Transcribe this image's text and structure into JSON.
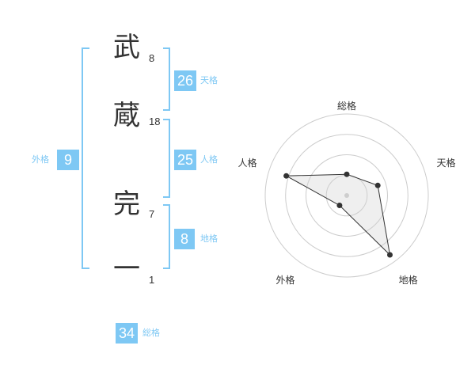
{
  "name": {
    "chars": [
      {
        "char": "武",
        "strokes": "8"
      },
      {
        "char": "蔵",
        "strokes": "18"
      },
      {
        "char": "完",
        "strokes": "7"
      },
      {
        "char": "一",
        "strokes": "1"
      }
    ]
  },
  "fortune": {
    "tenkaku": {
      "value": "26",
      "label": "天格"
    },
    "jinkaku": {
      "value": "25",
      "label": "人格"
    },
    "chikaku": {
      "value": "8",
      "label": "地格"
    },
    "gaikaku": {
      "value": "9",
      "label": "外格"
    },
    "soukaku": {
      "value": "34",
      "label": "総格"
    }
  },
  "colors": {
    "accent": "#7ec8f4",
    "text": "#333333",
    "grid": "#cccccc"
  },
  "chart_data": {
    "type": "radar",
    "axes": [
      "総格",
      "天格",
      "地格",
      "外格",
      "人格"
    ],
    "values": [
      0.26,
      0.4,
      0.9,
      0.15,
      0.78
    ],
    "rings": 4
  }
}
